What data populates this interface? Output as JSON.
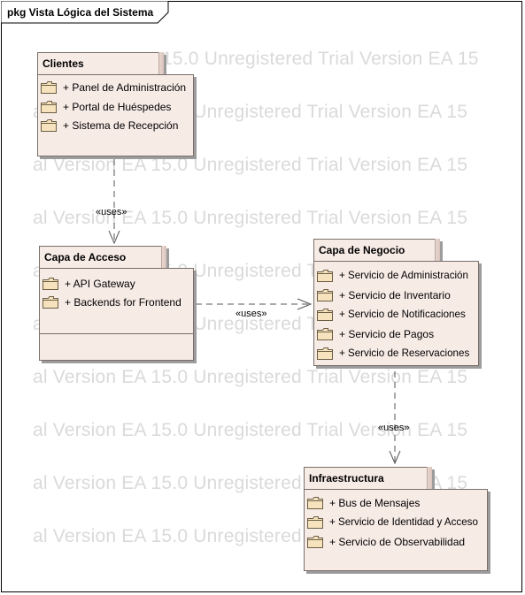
{
  "frame": {
    "title": "pkg Vista Lógica del Sistema"
  },
  "watermark": {
    "lines": [
      "15.0 Unregistered Trial Version EA 15",
      "al Version EA 15.0 Unregistered Trial Version EA 15",
      "al Version EA 15.0 Unregistered Trial Version EA 15",
      "al Version EA 15.0 Unregistered Trial Version EA 15",
      "al Version EA 15.0 Unregistered Trial Version EA 15",
      "al Version EA 15.0 Unregistered Trial Version EA 15",
      "al Version EA 15.0 Unregistered Trial Version EA 15",
      "al Version EA 15.0 Unregistered Trial Version EA 15",
      "al Version EA 15.0 Unregistered Trial Version EA 15",
      "al Version EA 15.0 Unregistered Trial Version EA 15"
    ]
  },
  "packages": {
    "clientes": {
      "name": "Clientes",
      "items": [
        "+ Panel de Administración",
        "+ Portal de Huéspedes",
        "+ Sistema de Recepción"
      ]
    },
    "acceso": {
      "name": "Capa de Acceso",
      "items": [
        "+ API Gateway",
        "+ Backends for Frontend"
      ]
    },
    "negocio": {
      "name": "Capa de Negocio",
      "items": [
        "+ Servicio de Administración",
        "+ Servicio de Inventario",
        "+ Servicio de Notificaciones",
        "+ Servicio de Pagos",
        "+ Servicio de Reservaciones"
      ]
    },
    "infra": {
      "name": "Infraestructura",
      "items": [
        "+ Bus de Mensajes",
        "+ Servicio de Identidad y Acceso",
        "+ Servicio de Observabilidad"
      ]
    }
  },
  "connectors": {
    "clientes_acceso": "«uses»",
    "acceso_negocio": "«uses»",
    "negocio_infra": "«uses»"
  },
  "colors": {
    "package_fill": "#f7ebe6",
    "package_border": "#7a6e6a",
    "folder_fill": "#f6e3bd",
    "watermark": "#dadada"
  }
}
